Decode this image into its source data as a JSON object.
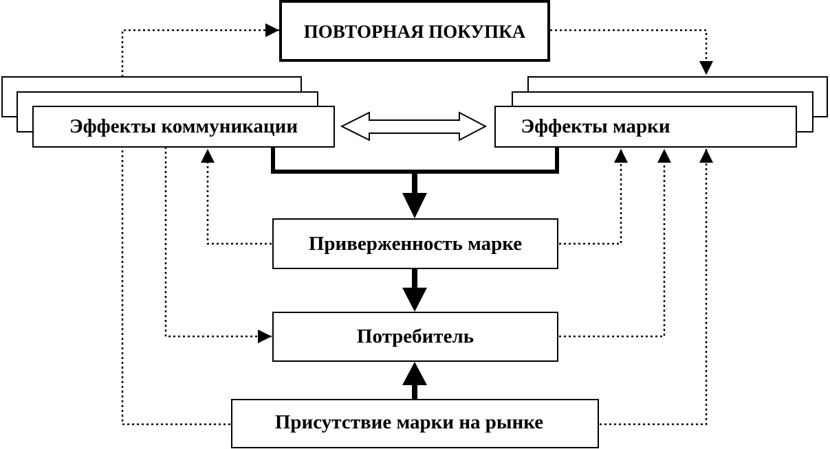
{
  "nodes": {
    "repeat_purchase": "ПОВТОРНАЯ ПОКУПКА",
    "communication_effects": "Эффекты коммуникации",
    "brand_effects": "Эффекты марки",
    "brand_loyalty": "Приверженность марке",
    "consumer": "Потребитель",
    "market_presence": "Присутствие марки на рынке"
  },
  "colors": {
    "line": "#000000",
    "background": "#ffffff"
  }
}
